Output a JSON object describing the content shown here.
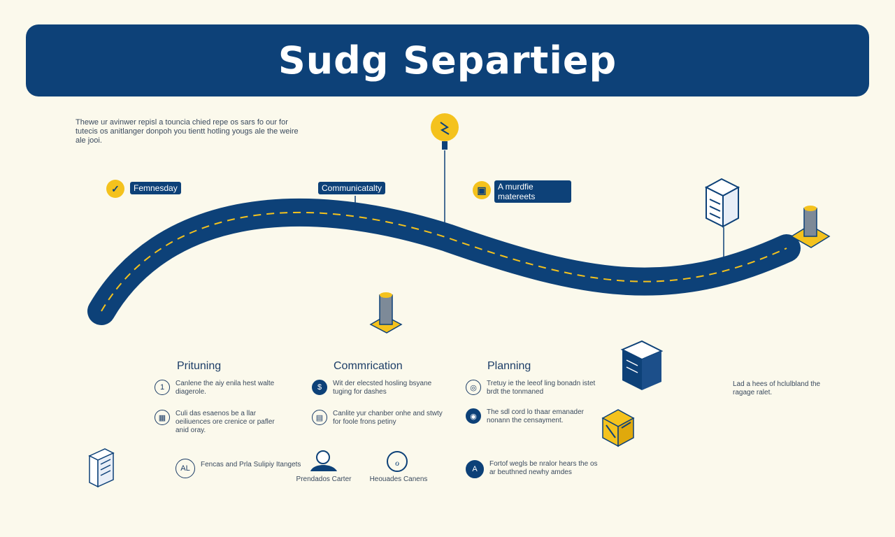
{
  "title": "Sudg Separtiep",
  "intro": "Thewe ur avinwer repisl a touncia chied repe os sars fo our for tutecis os anitlanger donpoh you tientt hotling yougs ale the weire ale jooi.",
  "tags": {
    "t1": "Femnesday",
    "t2": "Communicatalty",
    "t3": "A murdfie matereets"
  },
  "columns": {
    "c1": {
      "title": "Prituning",
      "items": [
        {
          "icon": "1",
          "text": "Canlene the aiy enila hest walte diagerole."
        },
        {
          "icon": "▦",
          "text": "Culi das esaenos be a llar oeiliuences ore crenice or pafler anid oray."
        },
        {
          "icon": "AL",
          "text": "Fencas and Prla Sulipiy Itangets"
        }
      ]
    },
    "c2": {
      "title": "Commrication",
      "items": [
        {
          "icon": "$",
          "text": "Wit der elecsted hosling bsyane tuging for dashes"
        },
        {
          "icon": "▤",
          "text": "Canlite yur chanber onhe and stwty for foole frons petiny"
        }
      ]
    },
    "c3": {
      "title": "Planning",
      "items": [
        {
          "icon": "◎",
          "text": "Tretuy ie the leeof ling bonadn istet brdt the tonmaned"
        },
        {
          "icon": "◉",
          "text": "The sdl cord lo thaar emanader nonann the censayment."
        },
        {
          "icon": "A",
          "text": "Fortof wegls be nralor hears the os ar beuthned newhy amdes"
        }
      ]
    },
    "c4": {
      "text": "Lad a hees of hclulbland the ragage ralet."
    }
  },
  "captions": {
    "p1": "Prendados Carter",
    "p2": "Heouades Canens"
  },
  "colors": {
    "navy": "#0d4178",
    "yellow": "#f4c21d",
    "background": "#fbf9ec"
  }
}
